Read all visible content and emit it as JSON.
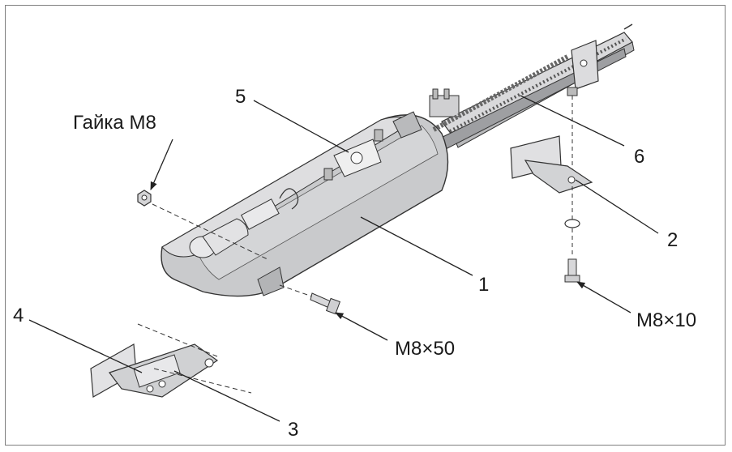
{
  "labels": {
    "nut": "Гайка M8",
    "n1": "1",
    "n2": "2",
    "n3": "3",
    "n4": "4",
    "n5": "5",
    "n6": "6",
    "bolt50": "M8×50",
    "bolt10": "M8×10"
  },
  "colors": {
    "body_fill": "#c9cacc",
    "body_dark": "#a9aaad",
    "part_fill": "#d6d6d8",
    "line": "#333333",
    "frame": "#7f7f7f"
  }
}
